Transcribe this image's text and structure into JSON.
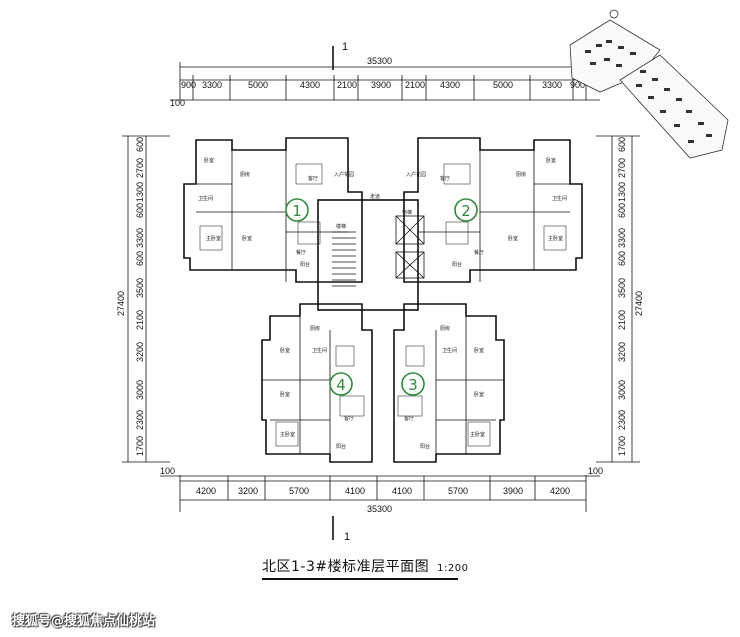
{
  "title": "北区1-3#楼标准层平面图",
  "scale": "1:200",
  "section_mark": "1",
  "dimensions": {
    "top_total": "35300",
    "top_segments": [
      "900",
      "3300",
      "5000",
      "4300",
      "2100",
      "3900",
      "2100",
      "4300",
      "5000",
      "3300",
      "900"
    ],
    "bottom_total": "35300",
    "bottom_segments": [
      "4200",
      "3200",
      "5700",
      "4100",
      "4100",
      "5700",
      "3900",
      "4200"
    ],
    "left_total": "27400",
    "left_segments": [
      "600",
      "2700",
      "1300",
      "600",
      "3300",
      "600",
      "3500",
      "2100",
      "3200",
      "3000",
      "2300",
      "1700"
    ],
    "right_total": "27400",
    "right_segments": [
      "600",
      "2700",
      "1300",
      "600",
      "3300",
      "600",
      "3500",
      "2100",
      "3200",
      "3000",
      "2300",
      "1700"
    ],
    "edge_100": "100"
  },
  "units": [
    {
      "label": "1"
    },
    {
      "label": "2"
    },
    {
      "label": "3"
    },
    {
      "label": "4"
    }
  ],
  "rooms": {
    "bedroom": "卧室",
    "master_bedroom": "主卧室",
    "living": "客厅",
    "dining": "餐厅",
    "kitchen": "厨房",
    "bath": "卫生间",
    "balcony": "阳台",
    "entry": "入户花园",
    "corridor": "走道",
    "elevator": "电梯",
    "stair": "楼梯"
  },
  "watermark": "搜狐号@搜狐焦点仙桃站",
  "colors": {
    "line": "#111111",
    "unit_marker": "#2e8b3a",
    "watermark": "#ffffff"
  }
}
